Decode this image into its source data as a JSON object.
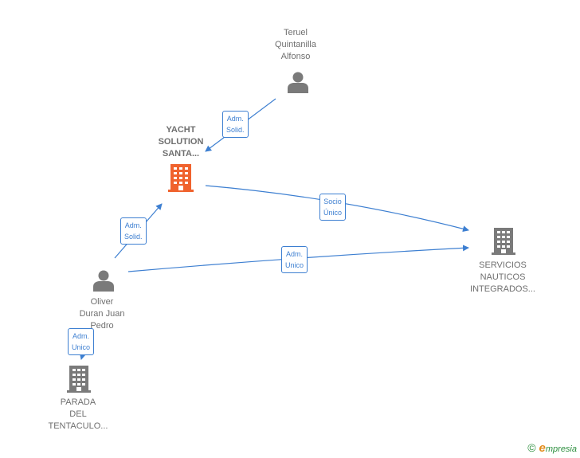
{
  "nodes": {
    "teruel": {
      "label": [
        "Teruel",
        "Quintanilla",
        "Alfonso"
      ],
      "type": "person"
    },
    "yacht": {
      "label": [
        "YACHT",
        "SOLUTION",
        "SANTA..."
      ],
      "type": "company-main"
    },
    "oliver": {
      "label": [
        "Oliver",
        "Duran Juan",
        "Pedro"
      ],
      "type": "person"
    },
    "servicios": {
      "label": [
        "SERVICIOS",
        "NAUTICOS",
        "INTEGRADOS..."
      ],
      "type": "company"
    },
    "parada": {
      "label": [
        "PARADA",
        "DEL",
        "TENTACULO..."
      ],
      "type": "company"
    }
  },
  "edges": {
    "teruel_yacht": "Adm.\nSolid.",
    "oliver_yacht": "Adm.\nSolid.",
    "yacht_servicios": "Socio\nÚnico",
    "oliver_servicios": "Adm.\nUnico",
    "oliver_parada": "Adm.\nUnico"
  },
  "colors": {
    "edge": "#3d7fd1",
    "person_icon": "#7a7a7a",
    "company_icon": "#7a7a7a",
    "main_company_icon": "#f0622d"
  },
  "footer": {
    "copyright": "©",
    "brand_e": "e",
    "brand_rest": "mpresia"
  }
}
